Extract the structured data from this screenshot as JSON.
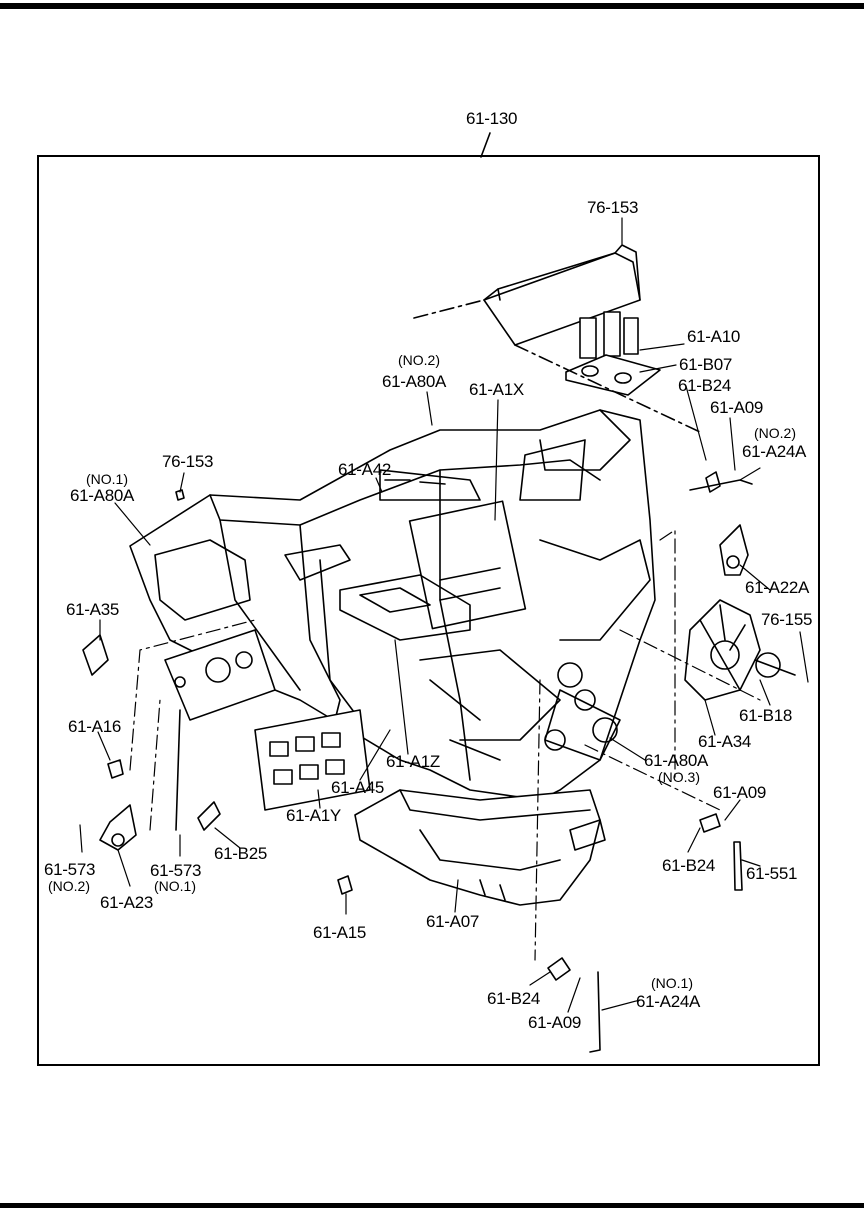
{
  "diagram": {
    "assembly_label": "61-130",
    "callouts": {
      "c76_153_top": "76-153",
      "c61_A10": "61-A10",
      "c61_B07": "61-B07",
      "c61_B24_upper": "61-B24",
      "c61_A09_upper": "61-A09",
      "c61_A24A_upper_sub": "(NO.2)",
      "c61_A24A_upper": "61-A24A",
      "c61_A80A_no2_sub": "(NO.2)",
      "c61_A80A_no2": "61-A80A",
      "c61_A1X": "61-A1X",
      "c76_153_left": "76-153",
      "c61_A80A_no1_sub": "(NO.1)",
      "c61_A80A_no1": "61-A80A",
      "c61_A42": "61-A42",
      "c61_A22A": "61-A22A",
      "c76_155": "76-155",
      "c61_A35": "61-A35",
      "c61_B18": "61-B18",
      "c61_A34": "61-A34",
      "c61_A16": "61-A16",
      "c61_A1Z": "61-A1Z",
      "c61_A80A_no3": "61-A80A",
      "c61_A80A_no3_sub": "(NO.3)",
      "c61_A45": "61-A45",
      "c61_A1Y": "61-A1Y",
      "c61_A09_mid": "61-A09",
      "c61_B25": "61-B25",
      "c61_B24_mid": "61-B24",
      "c61_551": "61-551",
      "c61_573_no2": "61-573",
      "c61_573_no2_sub": "(NO.2)",
      "c61_573_no1": "61-573",
      "c61_573_no1_sub": "(NO.1)",
      "c61_A23": "61-A23",
      "c61_A15": "61-A15",
      "c61_A07": "61-A07",
      "c61_A24A_lower_sub": "(NO.1)",
      "c61_A24A_lower": "61-A24A",
      "c61_B24_lower": "61-B24",
      "c61_A09_lower": "61-A09"
    }
  }
}
